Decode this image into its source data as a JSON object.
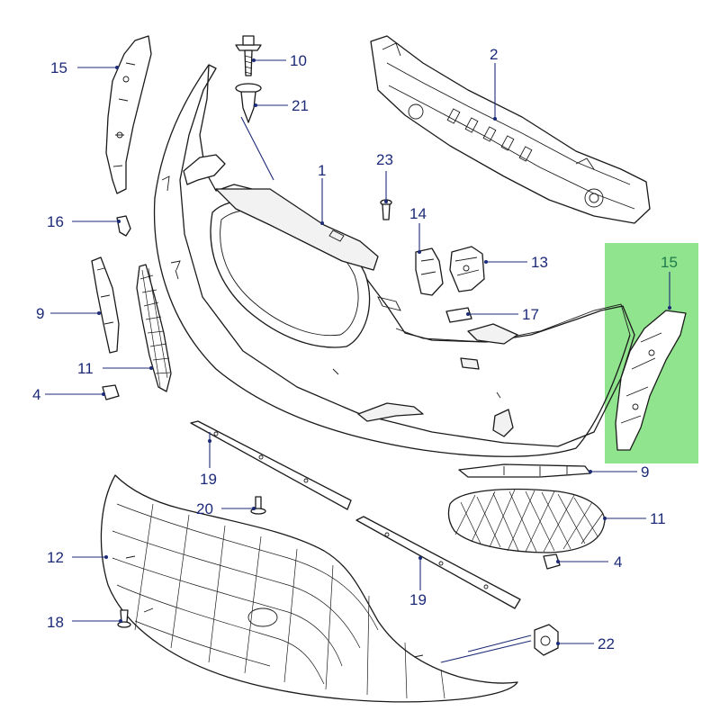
{
  "callouts": [
    {
      "id": "c15a",
      "label": "15"
    },
    {
      "id": "c10",
      "label": "10"
    },
    {
      "id": "c21",
      "label": "21"
    },
    {
      "id": "c2",
      "label": "2"
    },
    {
      "id": "c1",
      "label": "1"
    },
    {
      "id": "c23",
      "label": "23"
    },
    {
      "id": "c16",
      "label": "16"
    },
    {
      "id": "c14",
      "label": "14"
    },
    {
      "id": "c13",
      "label": "13"
    },
    {
      "id": "c9a",
      "label": "9"
    },
    {
      "id": "c17",
      "label": "17"
    },
    {
      "id": "c15b",
      "label": "15"
    },
    {
      "id": "c11a",
      "label": "11"
    },
    {
      "id": "c4a",
      "label": "4"
    },
    {
      "id": "c19a",
      "label": "19"
    },
    {
      "id": "c9b",
      "label": "9"
    },
    {
      "id": "c20",
      "label": "20"
    },
    {
      "id": "c11b",
      "label": "11"
    },
    {
      "id": "c12",
      "label": "12"
    },
    {
      "id": "c4b",
      "label": "4"
    },
    {
      "id": "c19b",
      "label": "19"
    },
    {
      "id": "c18",
      "label": "18"
    },
    {
      "id": "c22",
      "label": "22"
    }
  ],
  "highlight": {
    "label": "15",
    "color": "#7ddf7a"
  },
  "colors": {
    "callout": "#1c2a78",
    "highlight_text": "#1f7a4a",
    "line": "#1a1a1a"
  }
}
